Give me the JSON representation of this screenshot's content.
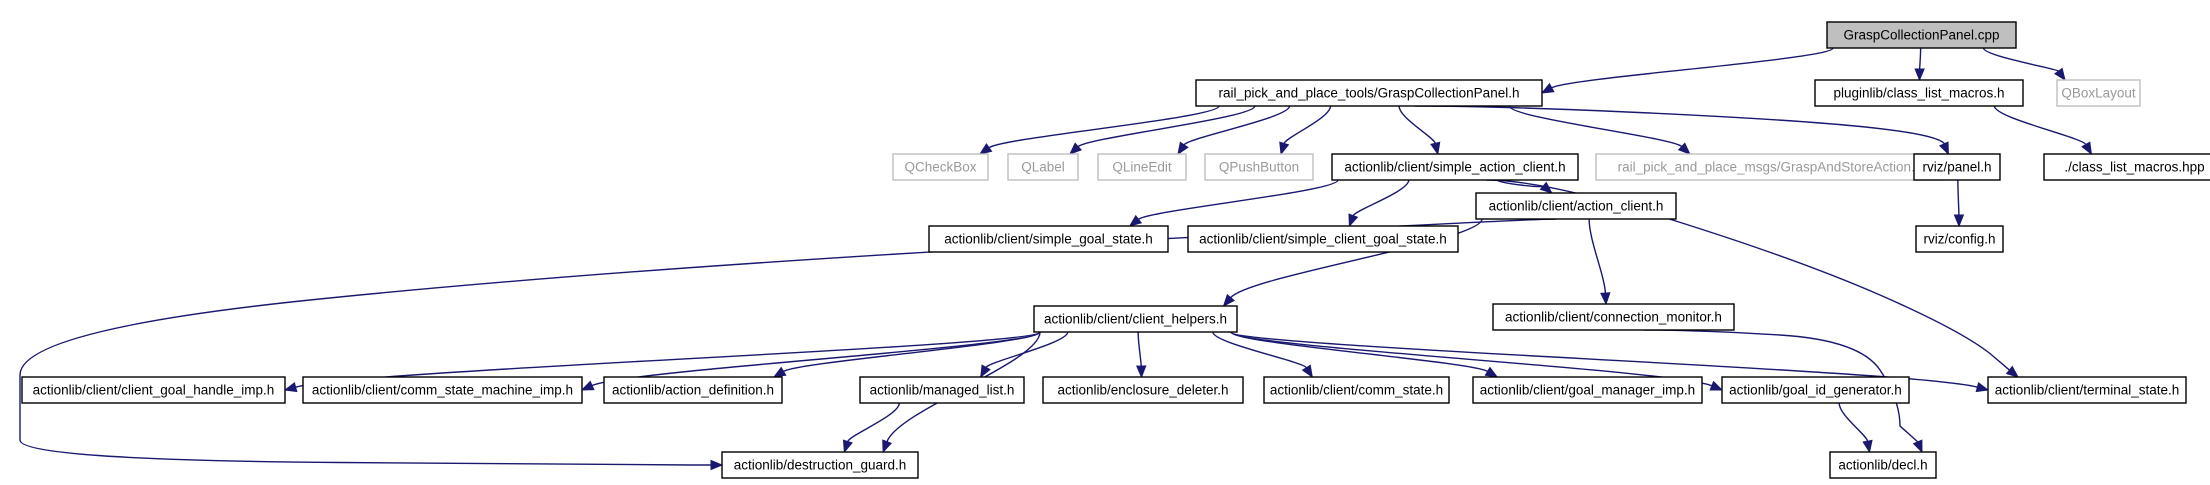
{
  "diagram": {
    "type": "include-dependency-graph",
    "colors": {
      "edge": "#191970",
      "node_border": "#000000",
      "external_border": "#bfbfbf",
      "root_fill": "#bfbfbf"
    },
    "nodes": [
      {
        "id": "root",
        "label": "GraspCollectionPanel.cpp",
        "kind": "root"
      },
      {
        "id": "panel_h",
        "label": "rail_pick_and_place_tools/GraspCollectionPanel.h",
        "kind": "local"
      },
      {
        "id": "class_list_macros_h",
        "label": "pluginlib/class_list_macros.h",
        "kind": "local"
      },
      {
        "id": "qboxlayout",
        "label": "QBoxLayout",
        "kind": "external"
      },
      {
        "id": "class_list_macros_hpp",
        "label": "./class_list_macros.hpp",
        "kind": "local"
      },
      {
        "id": "qcheckbox",
        "label": "QCheckBox",
        "kind": "external"
      },
      {
        "id": "qlabel",
        "label": "QLabel",
        "kind": "external"
      },
      {
        "id": "qlineedit",
        "label": "QLineEdit",
        "kind": "external"
      },
      {
        "id": "qpushbutton",
        "label": "QPushButton",
        "kind": "external"
      },
      {
        "id": "simple_action_client",
        "label": "actionlib/client/simple_action_client.h",
        "kind": "local"
      },
      {
        "id": "grasp_and_store",
        "label": "rail_pick_and_place_msgs/GraspAndStoreAction.h",
        "kind": "external"
      },
      {
        "id": "rviz_panel",
        "label": "rviz/panel.h",
        "kind": "local"
      },
      {
        "id": "rviz_config",
        "label": "rviz/config.h",
        "kind": "local"
      },
      {
        "id": "simple_goal_state",
        "label": "actionlib/client/simple_goal_state.h",
        "kind": "local"
      },
      {
        "id": "simple_client_goal_state",
        "label": "actionlib/client/simple_client_goal_state.h",
        "kind": "local"
      },
      {
        "id": "action_client",
        "label": "actionlib/client/action_client.h",
        "kind": "local"
      },
      {
        "id": "client_helpers",
        "label": "actionlib/client/client_helpers.h",
        "kind": "local"
      },
      {
        "id": "connection_monitor",
        "label": "actionlib/client/connection_monitor.h",
        "kind": "local"
      },
      {
        "id": "client_goal_handle_imp",
        "label": "actionlib/client/client_goal_handle_imp.h",
        "kind": "local"
      },
      {
        "id": "comm_state_machine_imp",
        "label": "actionlib/client/comm_state_machine_imp.h",
        "kind": "local"
      },
      {
        "id": "action_definition",
        "label": "actionlib/action_definition.h",
        "kind": "local"
      },
      {
        "id": "managed_list",
        "label": "actionlib/managed_list.h",
        "kind": "local"
      },
      {
        "id": "enclosure_deleter",
        "label": "actionlib/enclosure_deleter.h",
        "kind": "local"
      },
      {
        "id": "comm_state",
        "label": "actionlib/client/comm_state.h",
        "kind": "local"
      },
      {
        "id": "goal_manager_imp",
        "label": "actionlib/client/goal_manager_imp.h",
        "kind": "local"
      },
      {
        "id": "goal_id_generator",
        "label": "actionlib/goal_id_generator.h",
        "kind": "local"
      },
      {
        "id": "terminal_state",
        "label": "actionlib/client/terminal_state.h",
        "kind": "local"
      },
      {
        "id": "destruction_guard",
        "label": "actionlib/destruction_guard.h",
        "kind": "local"
      },
      {
        "id": "decl",
        "label": "actionlib/decl.h",
        "kind": "local"
      }
    ],
    "edges": [
      [
        "root",
        "panel_h"
      ],
      [
        "root",
        "class_list_macros_h"
      ],
      [
        "root",
        "qboxlayout"
      ],
      [
        "class_list_macros_h",
        "class_list_macros_hpp"
      ],
      [
        "panel_h",
        "qcheckbox"
      ],
      [
        "panel_h",
        "qlabel"
      ],
      [
        "panel_h",
        "qlineedit"
      ],
      [
        "panel_h",
        "qpushbutton"
      ],
      [
        "panel_h",
        "simple_action_client"
      ],
      [
        "panel_h",
        "grasp_and_store"
      ],
      [
        "panel_h",
        "rviz_panel"
      ],
      [
        "rviz_panel",
        "rviz_config"
      ],
      [
        "simple_action_client",
        "simple_goal_state"
      ],
      [
        "simple_action_client",
        "simple_client_goal_state"
      ],
      [
        "simple_action_client",
        "action_client"
      ],
      [
        "simple_action_client",
        "terminal_state"
      ],
      [
        "action_client",
        "client_helpers"
      ],
      [
        "action_client",
        "connection_monitor"
      ],
      [
        "action_client",
        "destruction_guard"
      ],
      [
        "connection_monitor",
        "decl"
      ],
      [
        "client_helpers",
        "client_goal_handle_imp"
      ],
      [
        "client_helpers",
        "comm_state_machine_imp"
      ],
      [
        "client_helpers",
        "action_definition"
      ],
      [
        "client_helpers",
        "managed_list"
      ],
      [
        "client_helpers",
        "enclosure_deleter"
      ],
      [
        "client_helpers",
        "comm_state"
      ],
      [
        "client_helpers",
        "goal_manager_imp"
      ],
      [
        "client_helpers",
        "goal_id_generator"
      ],
      [
        "client_helpers",
        "terminal_state"
      ],
      [
        "client_helpers",
        "destruction_guard"
      ],
      [
        "managed_list",
        "destruction_guard"
      ],
      [
        "goal_id_generator",
        "decl"
      ]
    ]
  }
}
